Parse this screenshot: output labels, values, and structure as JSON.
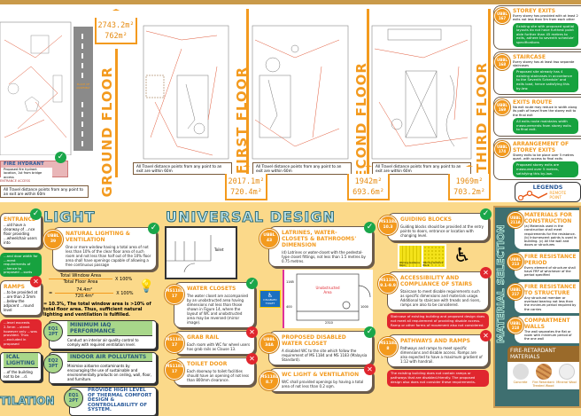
{
  "floors": [
    {
      "label": "GROUND FLOOR",
      "area_gross": "2743.2m²",
      "area_net": "762m²"
    },
    {
      "label": "FIRST FLOOR",
      "area_gross": "2017.1m²",
      "area_net": "720.4m²"
    },
    {
      "label": "SECOND FLOOR",
      "area_gross": "1942m²",
      "area_net": "693.6m²"
    },
    {
      "label": "THIRD FLOOR",
      "area_gross": "1969m²",
      "area_net": "703.2m²"
    }
  ],
  "plan_caption": "All Travel distance points from any point to an exit are within 60m",
  "road_label": "PLACE OF ASSEMBLY",
  "fire_hydrant": {
    "title": "FIRE HYDRANT",
    "text": "Proposed fire hydrant location, 1st from bridge access"
  },
  "entrance_label": "ENTRANCE ACCESS",
  "exits": [
    {
      "code": "UBBL 167",
      "title": "STOREY EXITS",
      "text": "Every storey has provided with at least 2 exits not less than 5m from each other",
      "note": "Existing site with proposed spatial layouts do not have furthest point able further than 45 metres to exits, adhere to seventh schedule' specifications"
    },
    {
      "code": "UBBL 168",
      "title": "STAIRCASE",
      "text": "Every storey has at least two separate staircases",
      "note": "Proposed site already has 4 existing staircases in accordance to the Seventh Schedule' and exits load, hence satisfying this by-law."
    },
    {
      "code": "UBBL 169",
      "title": "EXITS ROUTE",
      "text": "No exit route may reduce in width along its path of travel from the storey exit to the final exit",
      "note": "All exits route maintains width measurements from storey exits to final exit."
    },
    {
      "code": "UBBL 174",
      "title": "ARRANGEMENT OF STOREY EXITS",
      "text": "Storey exits to be place over 5 metres apart, with access to final exits",
      "note": "Proposed storey exits are measured over 5 metres, satisfying this by-law."
    }
  ],
  "legends": {
    "title": "LEGENDS",
    "remote_point": "REMOTE POINT"
  },
  "left_partial": {
    "entrance_title": "ENTRANCE",
    "entrance_text": "...uld have a clearway of ...nce floor providing ...wheelchair users into",
    "entrance_note": "...and door width for ...ment requirements of ...hence to proposed ...ssets",
    "ramps_title": "RAMPS",
    "ramps_text": "...to be provided at ...ore than 2.5mm ...below the adjacent ...round level",
    "ramps_note": "...level exceeds 2.5mm ...street however only ...was provided. Thus ...excluded in proposed",
    "lighting_title": "ICAL LIGHTING",
    "lighting_text": "...of the building not to be ...d.",
    "ventilation_head": "TILATION"
  },
  "light": {
    "heading": "LIGHT",
    "card": {
      "code": "UBBL 39",
      "title": "NATURAL LIGHTING & VENTILATION",
      "text": "One or more window having a total area of not less than 10% of the clear floor area of such room and not less than half out of the 10% floor area shall have openings capable of allowing a free continuous passage"
    },
    "formula_num": "Total Window Area",
    "formula_den": "Total Floor Area",
    "mult": "X 100%",
    "value_num": "74.4m²",
    "value_den": "720.4m²",
    "eq_sign": "=",
    "result": "= 10.3%, The total window area is >10% of total floor area. Thus, sufficient natural lighting and ventilation is fulfilled.",
    "eq": [
      {
        "code": "EQ1 2PT",
        "title": "MINIMUM IAQ PERFORMANCE",
        "text": "Conduct an interior air quality control to comply with required ventilation level."
      },
      {
        "code": "EQ2 3PT",
        "title": "INDOOR AIR POLLUTANTS",
        "text": "Minimise airborne contaminants by encouraging the use of sustainable and environmentally products on ceiling, wall, floor, and furniture."
      },
      {
        "code": "EQ1 2PT",
        "title": "PROVIDE HIGH LEVEL OF THERMAL COMFORT DESIGN & CONTROLLABILITY OF SYSTEM.",
        "text": ""
      }
    ]
  },
  "universal": {
    "heading": "UNIVERSAL DESIGN",
    "toilet_label": "Toilet",
    "sign": "DISABLED TOILET",
    "unobstructed": "Unobstructed Area",
    "dims": [
      "1165",
      "400",
      "2310",
      "1000"
    ],
    "cards": [
      {
        "code": "UBBL 43",
        "title": "LATRINES, WATER-CLOSETS & BATHROOMS' DIMENSION",
        "text": "(d) Latrines or water-closet with the pedestal-type closet fittings, not less than 1.5 metres by 0.75 metres.",
        "status": "ok"
      },
      {
        "code": "MS1184 17",
        "title": "WATER CLOSETS",
        "text": "The water closet are accompanied by an unobstructed area having dimensions not less than those shown in Figure 14, where the layout of WC and unobstructed area may be reversed (mirror image).",
        "status": "ok"
      },
      {
        "code": "MS1184 17",
        "title": "GRAB RAIL",
        "text": "Each room with WC for wheel users has grab rails as Clause 13.",
        "status": "no"
      },
      {
        "code": "MS1184 17",
        "title": "TOILET DOOR",
        "text": "Each doorway to toilet facilities should have an opening of not less than 800mm clearance.",
        "status": "no"
      },
      {
        "code": "UBBL 34A",
        "title": "PROPOSED DISABLED WATER CLOSET",
        "text": "A disabled WC to the site which follow the requirement of MS 1184 and MS 1183 (Malaysia Standard).",
        "status": "ok"
      },
      {
        "code": "MS1184 8.7",
        "title": "WC LIGHT & VENTILATION",
        "text": "W/C shall provided openings by having a total area of not less than 0.2 sqm.",
        "status": "no"
      }
    ]
  },
  "access": {
    "cards": [
      {
        "code": "MS1184 10.3",
        "title": "GUIDING BLOCKS",
        "text": "Guiding blocks should be provided at the entry points to doors, entrance or location with changing level.",
        "status": "ok",
        "note": ""
      },
      {
        "code": "MS1184 9.1-9.9",
        "title": "ACCESSIBILITY AND COMPLIANCE OF STAIRS",
        "text": "Staircase to meet disable requirements such as specific dimensions and materials usage. Additional to staircase with treads and risers, ramps are also to be considered.",
        "status": "no",
        "note": "Staircase of existing building and proposed design does not meet all requirement of providing disable access. Ramp or other forms of movement also not considered."
      },
      {
        "code": "MS1184 8",
        "title": "PATHWAYS AND RAMPS",
        "text": "Pathways and ramps to meet specific dimensions and disable access. Ramps are also expected to have a maximum gradient of 1:12 with handrail.",
        "status": "no",
        "note": "The existing building does not contain ramps or pathways that are disabled-friendly. The proposed design also does not consider these requirements."
      }
    ],
    "tile_labels": [
      "Warning Guidance Block",
      "Warning Guidance Block"
    ]
  },
  "material": {
    "heading": "MATERIAL SELECTION",
    "cards": [
      {
        "code": "UBBL 211A",
        "title": "MATERIALS FOR CONSTRUCTION",
        "text": "(a) Materials used in the construction shall meet requirements for fire resistance. (b) Intumescent paints is used in building. (c) All the wall and doors or structures"
      },
      {
        "code": "UBBL 213",
        "title": "FIRE RESISTANCE PERIOD",
        "text": "Every element of structure shall have FRP of whichever of the period specified"
      },
      {
        "code": "UBBL 217",
        "title": "FIRE RESISTANCE TO STRUCTURE",
        "text": "Any structural member or overload bearing not less than the minimum period required by the carries"
      },
      {
        "code": "UBBL 218",
        "title": "COMPARTMENT WALLS",
        "text": "The wall separates the flat or room with minimum period of the one wall"
      }
    ],
    "fire_retardant": "FIRE-RETARDANT MATERIALS",
    "samples": [
      "Concrete",
      "Fire Retardant Treated Wood",
      "Mineral Wool"
    ]
  },
  "colors": {
    "orange": "#f39a1e",
    "teal": "#3e6f70",
    "yellow": "#fbd98a",
    "green": "#17a23f",
    "red": "#e0262e"
  }
}
